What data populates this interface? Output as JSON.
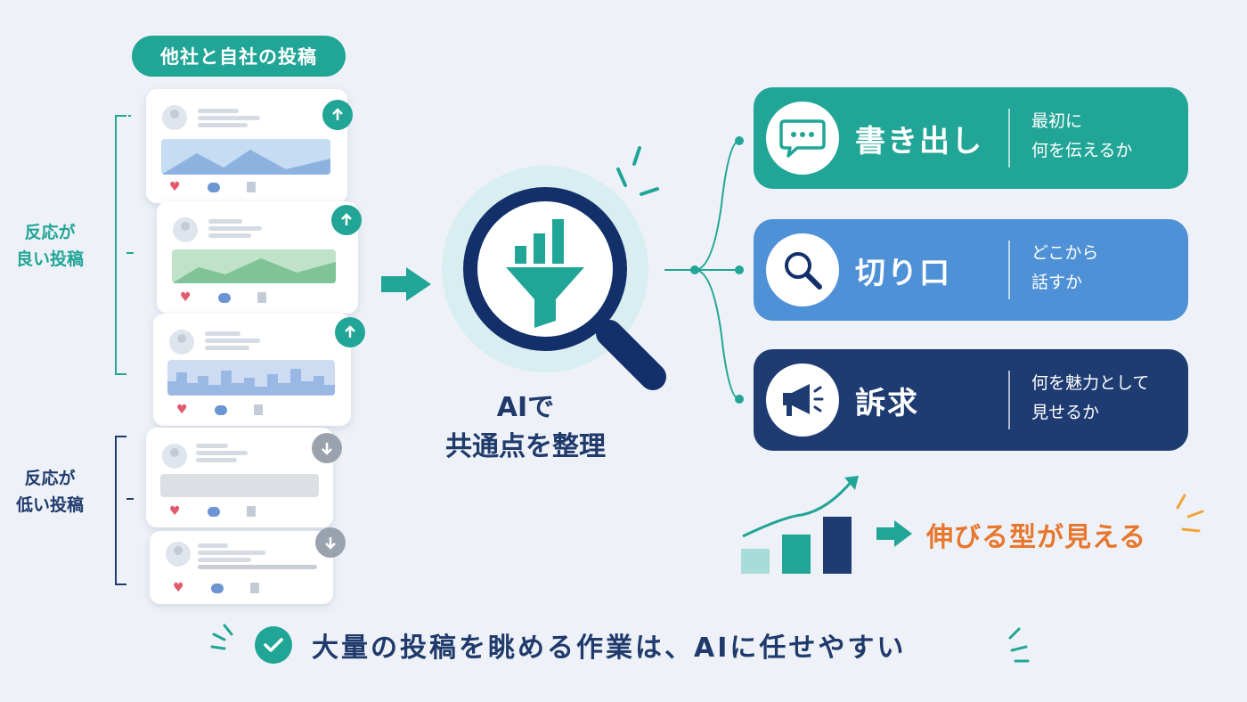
{
  "header": {
    "label": "他社と自社の投稿"
  },
  "groups": {
    "good": {
      "label": "反応が\n良い投稿"
    },
    "bad": {
      "label": "反応が\n低い投稿"
    }
  },
  "center": {
    "line1": "AIで",
    "line2": "共通点を整理",
    "icon": "magnifier-funnel-icon"
  },
  "boxes": [
    {
      "title": "書き出し",
      "desc_line1": "最初に",
      "desc_line2": "何を伝えるか",
      "color": "#21a596",
      "icon": "speech-bubble-icon"
    },
    {
      "title": "切り口",
      "desc_line1": "どこから",
      "desc_line2": "話すか",
      "color": "#4e91d6",
      "icon": "search-icon"
    },
    {
      "title": "訴求",
      "desc_line1": "何を魅力として",
      "desc_line2": "見せるか",
      "color": "#1e3b72",
      "icon": "megaphone-icon"
    }
  ],
  "result": {
    "label": "伸びる型が見える",
    "color": "#e8772e"
  },
  "footer": {
    "label": "大量の投稿を眺める作業は、AIに任せやすい"
  },
  "colors": {
    "teal": "#21a596",
    "blue": "#4e91d6",
    "navy": "#1e3b72",
    "orange": "#e8772e",
    "gray": "#9aa3ad"
  }
}
